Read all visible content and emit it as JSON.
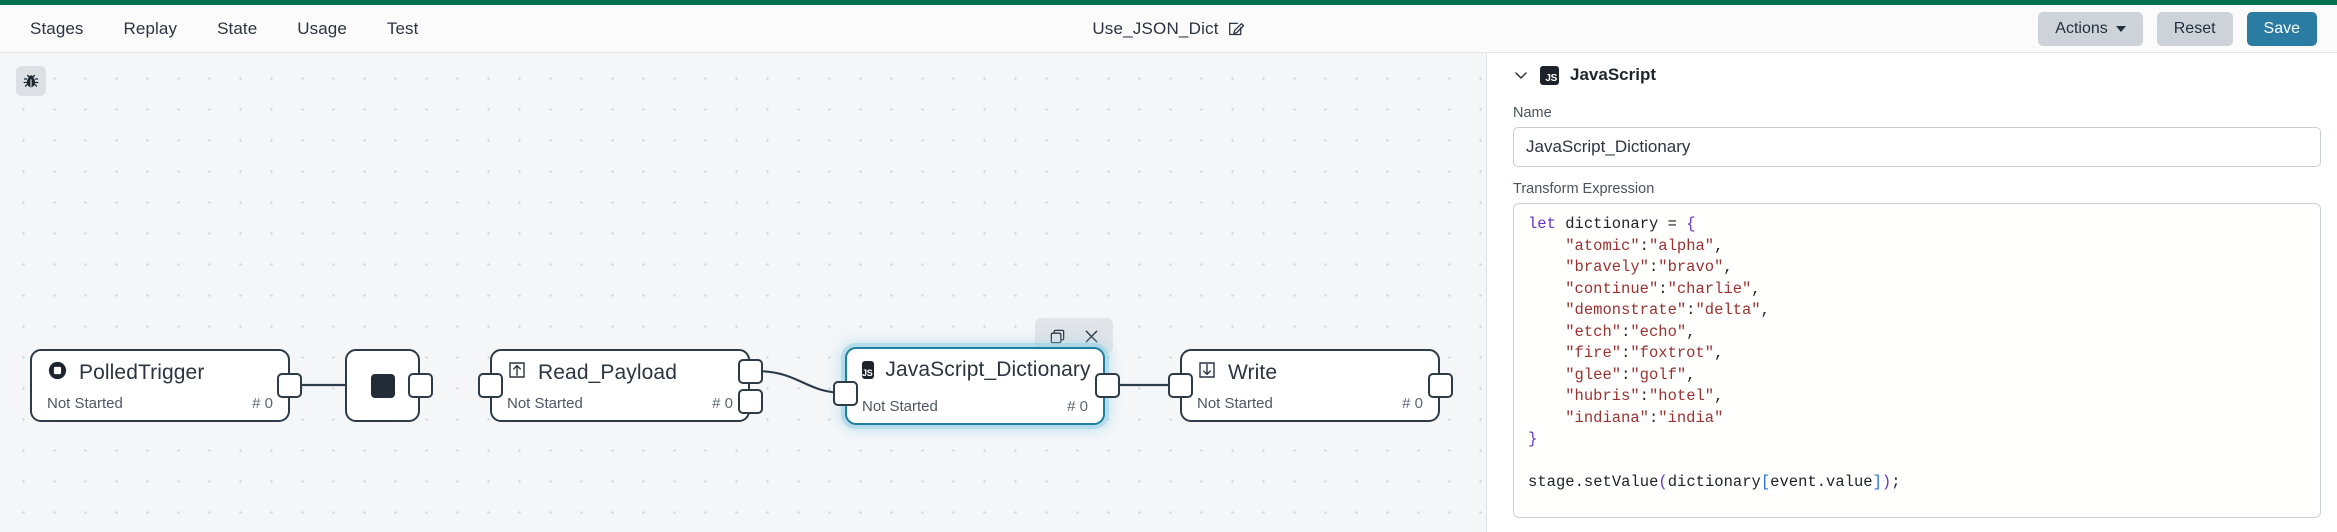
{
  "theme": {
    "accent_green": "#017150",
    "primary_blue": "#2a7ca2",
    "node_border": "#2d3b49",
    "selected_blue": "#1f7e9e",
    "canvas_bg": "#f4f6f8"
  },
  "topbar": {
    "nav": [
      {
        "label": "Stages",
        "name": "nav-stages"
      },
      {
        "label": "Replay",
        "name": "nav-replay"
      },
      {
        "label": "State",
        "name": "nav-state"
      },
      {
        "label": "Usage",
        "name": "nav-usage"
      },
      {
        "label": "Test",
        "name": "nav-test"
      }
    ],
    "title": "Use_JSON_Dict",
    "edit_icon": "edit-pencil-icon",
    "actions_label": "Actions",
    "reset_label": "Reset",
    "save_label": "Save"
  },
  "canvas": {
    "debug_icon": "bug-icon",
    "nodes": [
      {
        "name": "polled-trigger",
        "title": "PolledTrigger",
        "status": "Not Started",
        "count": "# 0",
        "icon": "record-circle-icon",
        "selected": false
      },
      {
        "name": "square-stage",
        "title": "",
        "icon": "filled-square-icon",
        "selected": false
      },
      {
        "name": "read-payload",
        "title": "Read_Payload",
        "status": "Not Started",
        "count": "# 0",
        "icon": "arrow-up-box-icon",
        "selected": false
      },
      {
        "name": "javascript-dictionary",
        "title": "JavaScript_Dictionary",
        "status": "Not Started",
        "count": "# 0",
        "icon": "js-badge-icon",
        "selected": true
      },
      {
        "name": "write",
        "title": "Write",
        "status": "Not Started",
        "count": "# 0",
        "icon": "arrow-down-box-icon",
        "selected": false
      }
    ],
    "node_toolbar": {
      "copy_icon": "copy-icon",
      "close_icon": "close-x-icon"
    }
  },
  "panel": {
    "chevron_icon": "chevron-down-icon",
    "badge_icon": "js-badge-icon",
    "badge_text": "JS",
    "title": "JavaScript",
    "name_label": "Name",
    "name_value": "JavaScript_Dictionary",
    "expression_label": "Transform Expression",
    "code_lines": [
      "let dictionary = {",
      "    \"atomic\":\"alpha\",",
      "    \"bravely\":\"bravo\",",
      "    \"continue\":\"charlie\",",
      "    \"demonstrate\":\"delta\",",
      "    \"etch\":\"echo\",",
      "    \"fire\":\"foxtrot\",",
      "    \"glee\":\"golf\",",
      "    \"hubris\":\"hotel\",",
      "    \"indiana\":\"india\"",
      "}",
      "",
      "stage.setValue(dictionary[event.value]);"
    ]
  }
}
